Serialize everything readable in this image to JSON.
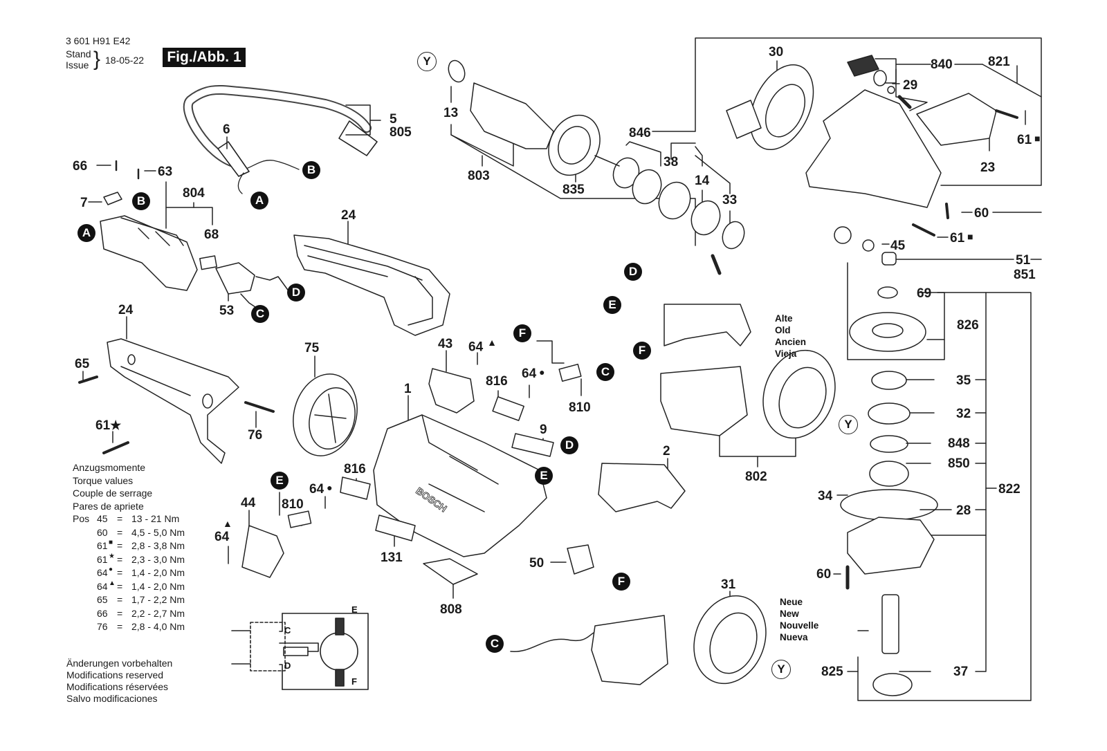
{
  "header": {
    "part_number": "3 601 H91 E42",
    "stand_label": "Stand",
    "issue_label": "Issue",
    "date": "18-05-22",
    "figure_label": "Fig./Abb. 1"
  },
  "callouts": {
    "p1": "1",
    "p2": "2",
    "p5": "5",
    "p6": "6",
    "p7": "7",
    "p9": "9",
    "p13": "13",
    "p14": "14",
    "p23": "23",
    "p24a": "24",
    "p24b": "24",
    "p28": "28",
    "p29": "29",
    "p30": "30",
    "p31": "31",
    "p32": "32",
    "p33": "33",
    "p34": "34",
    "p35": "35",
    "p37": "37",
    "p38": "38",
    "p43": "43",
    "p44": "44",
    "p45": "45",
    "p50": "50",
    "p51": "51",
    "p53": "53",
    "p60a": "60",
    "p60b": "60",
    "p61a": "61",
    "p61b": "61",
    "p61c": "61",
    "p63": "63",
    "p64a": "64",
    "p64b": "64",
    "p64c": "64",
    "p64d": "64",
    "p65": "65",
    "p66": "66",
    "p68": "68",
    "p69": "69",
    "p75": "75",
    "p76": "76",
    "p131": "131",
    "p802": "802",
    "p803": "803",
    "p804": "804",
    "p805": "805",
    "p808": "808",
    "p810a": "810",
    "p810b": "810",
    "p816a": "816",
    "p816b": "816",
    "p821": "821",
    "p822": "822",
    "p825": "825",
    "p826": "826",
    "p835": "835",
    "p840": "840",
    "p846": "846",
    "p848": "848",
    "p850": "850",
    "p851": "851"
  },
  "markers": {
    "A": "A",
    "B": "B",
    "C": "C",
    "D": "D",
    "E": "E",
    "F": "F",
    "Y": "Y"
  },
  "field_old": [
    "Alte",
    "Old",
    "Ancien",
    "Vieja"
  ],
  "field_new": [
    "Neue",
    "New",
    "Nouvelle",
    "Nueva"
  ],
  "torque": {
    "titles": [
      "Anzugsmomente",
      "Torque values",
      "Couple de serrage",
      "Pares de apriete"
    ],
    "pos_label": "Pos",
    "rows": [
      {
        "pos": "45",
        "mark": "",
        "value": "13  - 21 Nm"
      },
      {
        "pos": "60",
        "mark": "",
        "value": "4,5 - 5,0 Nm"
      },
      {
        "pos": "61",
        "mark": "■",
        "value": "2,8 - 3,8 Nm"
      },
      {
        "pos": "61",
        "mark": "★",
        "value": "2,3 - 3,0 Nm"
      },
      {
        "pos": "64",
        "mark": "●",
        "value": "1,4 - 2,0 Nm"
      },
      {
        "pos": "64",
        "mark": "▲",
        "value": "1,4 - 2,0 Nm"
      },
      {
        "pos": "65",
        "mark": "",
        "value": "1,7 - 2,2 Nm"
      },
      {
        "pos": "66",
        "mark": "",
        "value": "2,2 - 2,7 Nm"
      },
      {
        "pos": "76",
        "mark": "",
        "value": "2,8 - 4,0 Nm"
      }
    ]
  },
  "modifications": [
    "Änderungen vorbehalten",
    "Modifications reserved",
    "Modifications réservées",
    "Salvo modificaciones"
  ],
  "circuit": {
    "C": "C",
    "D": "D",
    "E": "E",
    "F": "F"
  },
  "symbols": {
    "square": "■",
    "star": "★",
    "dot": "●",
    "triangle": "▲",
    "equals": "="
  },
  "brand_text": "BOSCH"
}
